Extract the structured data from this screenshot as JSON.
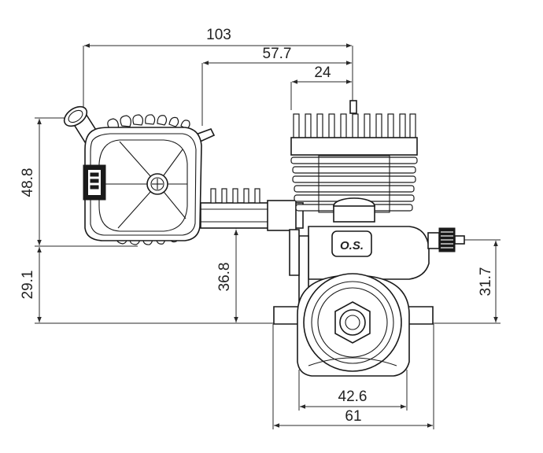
{
  "dimensions": {
    "d103": "103",
    "d57_7": "57.7",
    "d24": "24",
    "d48_8": "48.8",
    "d29_1": "29.1",
    "d36_8": "36.8",
    "d31_7": "31.7",
    "d42_6": "42.6",
    "d61": "61"
  },
  "logo": {
    "text": "O.S."
  },
  "colors": {
    "line": "#1a1a1a",
    "background": "#ffffff"
  }
}
